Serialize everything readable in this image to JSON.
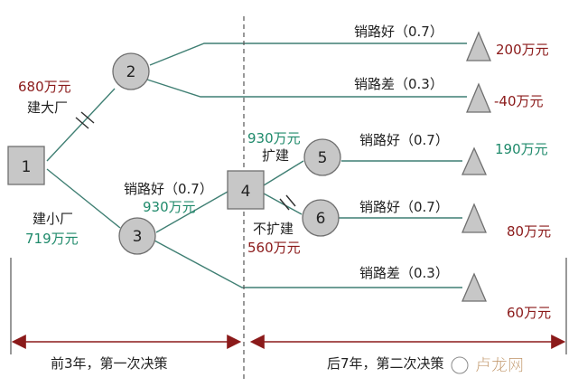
{
  "colors": {
    "line": "#3f7f73",
    "node_fill": "#c7c7c7",
    "node_stroke": "#6f6f6f",
    "text_dark": "#222222",
    "text_red": "#8b1a1a",
    "text_green": "#1f8a6b",
    "divider": "#555555",
    "arrow": "#8b1a1a"
  },
  "nodes": {
    "n1": "1",
    "n2": "2",
    "n3": "3",
    "n4": "4",
    "n5": "5",
    "n6": "6"
  },
  "labels": {
    "upper_good": "销路好（0.7）",
    "upper_bad": "销路差（0.3）",
    "big_value": "680万元",
    "big_build": "建大厂",
    "small_build": "建小厂",
    "small_value": "719万元",
    "mid_good": "销路好（0.7）",
    "mid_value": "930万元",
    "expand_value": "930万元",
    "expand": "扩建",
    "no_expand": "不扩建",
    "no_expand_value": "560万元",
    "n5_good": "销路好（0.7）",
    "n6_good": "销路好（0.7）",
    "lower_bad": "销路差（0.3）"
  },
  "outcomes": {
    "o1": "200万元",
    "o2": "-40万元",
    "o3": "190万元",
    "o4": "80万元",
    "o5": "60万元"
  },
  "timeline": {
    "left": "前3年，第一次决策",
    "right": "后7年，第二次决策"
  },
  "watermark": "卢龙网"
}
